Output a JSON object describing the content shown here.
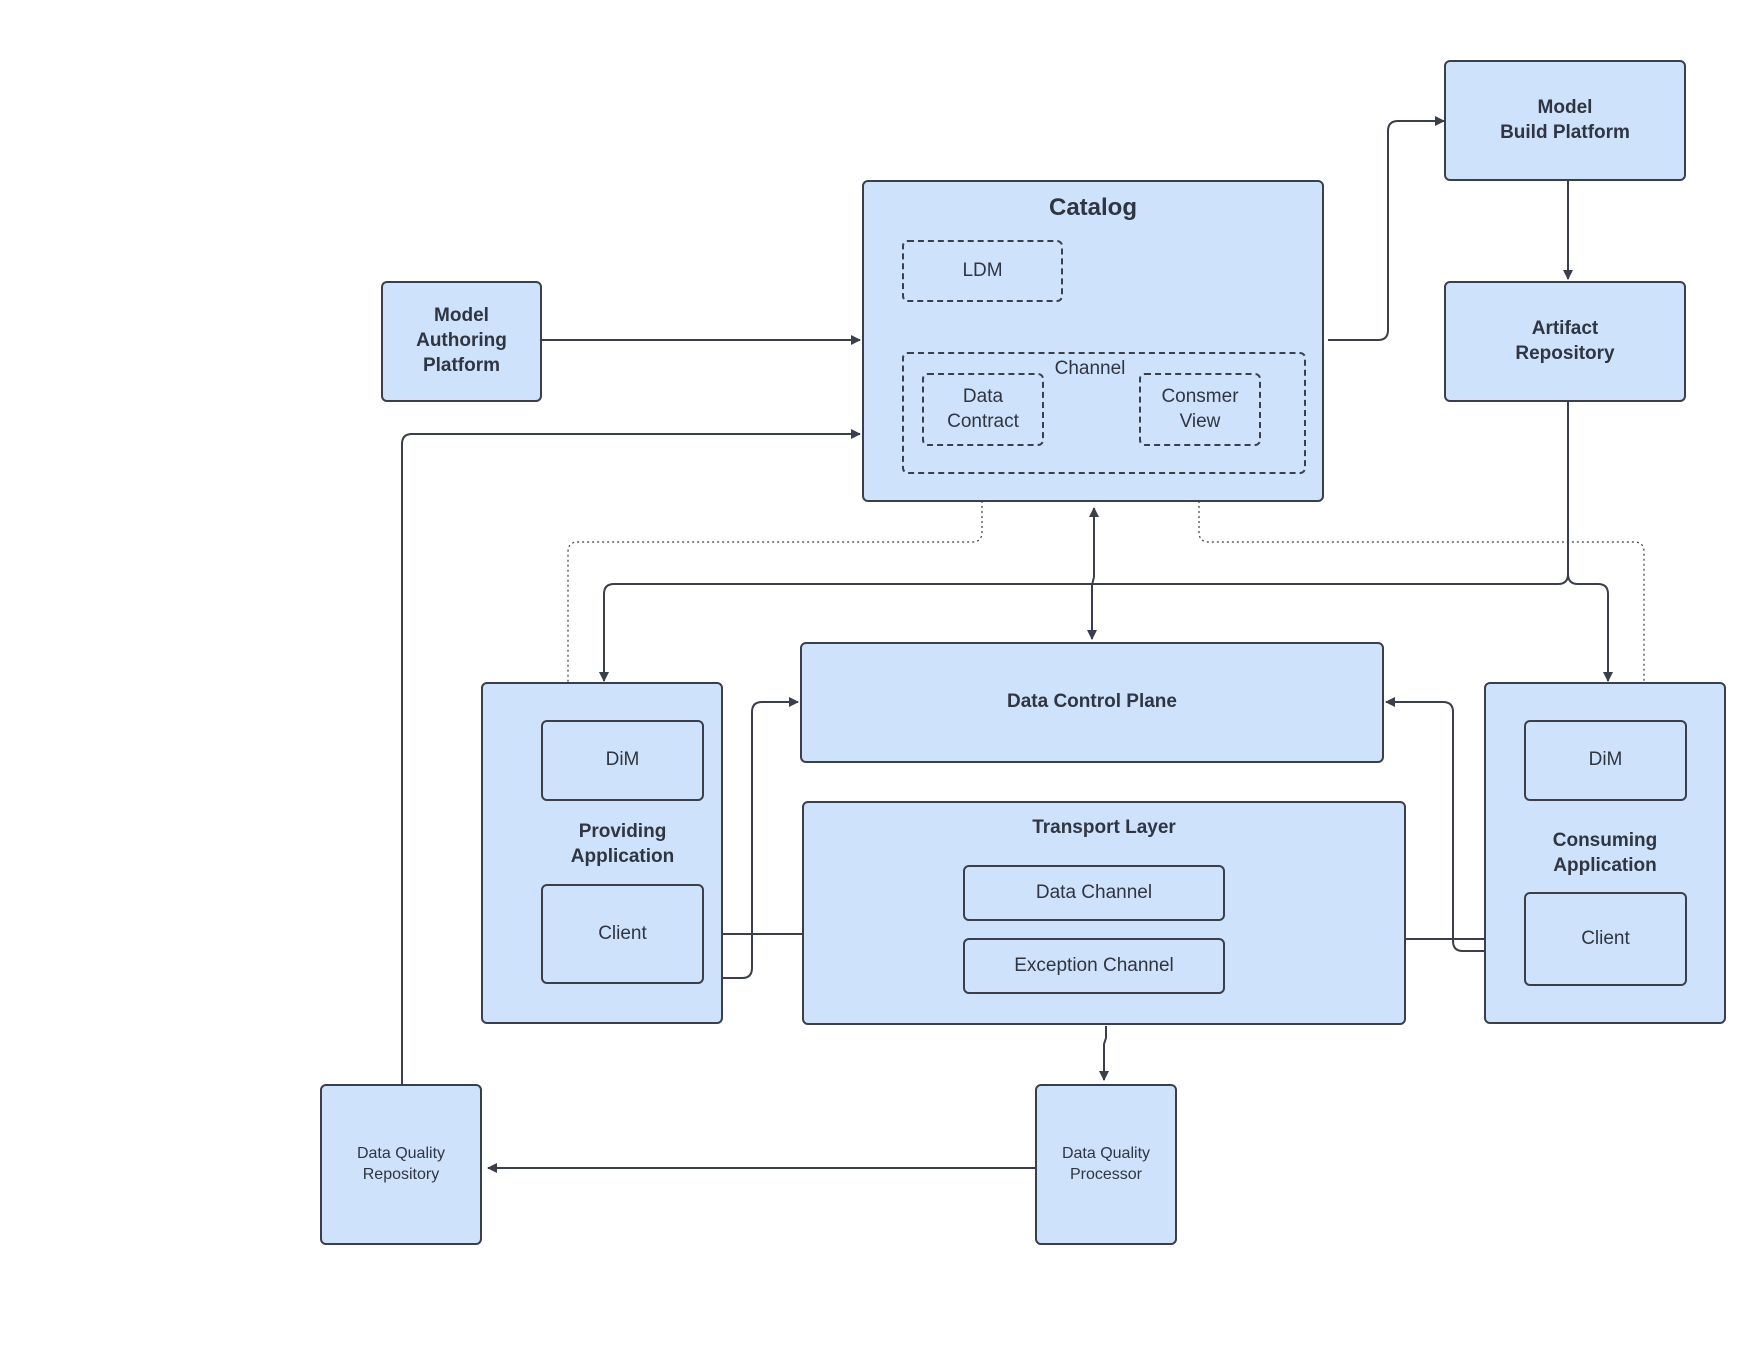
{
  "nodes": {
    "model_build_platform": "Model\nBuild Platform",
    "catalog": "Catalog",
    "ldm": "LDM",
    "channel": "Channel",
    "data_contract": "Data\nContract",
    "consumer_view": "Consmer\nView",
    "model_authoring_platform": "Model\nAuthoring\nPlatform",
    "artifact_repository": "Artifact\nRepository",
    "data_control_plane": "Data Control Plane",
    "providing_application": "Providing\nApplication",
    "providing_dim": "DiM",
    "providing_client": "Client",
    "transport_layer": "Transport Layer",
    "data_channel": "Data Channel",
    "exception_channel": "Exception Channel",
    "consuming_application": "Consuming\nApplication",
    "consuming_dim": "DiM",
    "consuming_client": "Client",
    "data_quality_repository": "Data Quality\nRepository",
    "data_quality_processor": "Data Quality\nProcessor"
  },
  "colors": {
    "fill": "#cfe2fb",
    "stroke": "#3a3f4b",
    "text": "#2f3542"
  }
}
